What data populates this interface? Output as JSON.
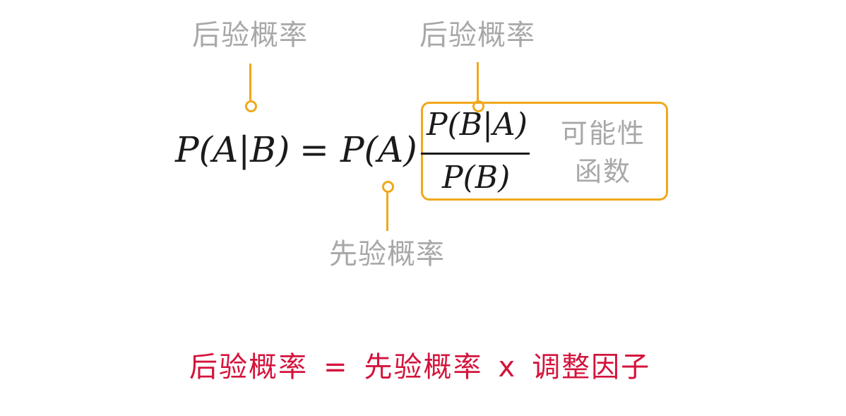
{
  "annotations": {
    "posterior_top_left": "后验概率",
    "posterior_top_right": "后验概率",
    "prior_bottom": "先验概率",
    "likelihood_line1": "可能性",
    "likelihood_line2": "函数"
  },
  "formula": {
    "lhs": "P(A|B)",
    "equals": "=",
    "prior": "P(A)",
    "numerator": "P(B|A)",
    "denominator": "P(B)"
  },
  "summary": {
    "posterior": "后验概率",
    "equals": "=",
    "prior": "先验概率",
    "times": "x",
    "factor": "调整因子"
  },
  "colors": {
    "accent": "#f0a81c",
    "annotation_text": "#a8a8a8",
    "summary_text": "#d4143c",
    "formula_text": "#1a1a1a"
  }
}
